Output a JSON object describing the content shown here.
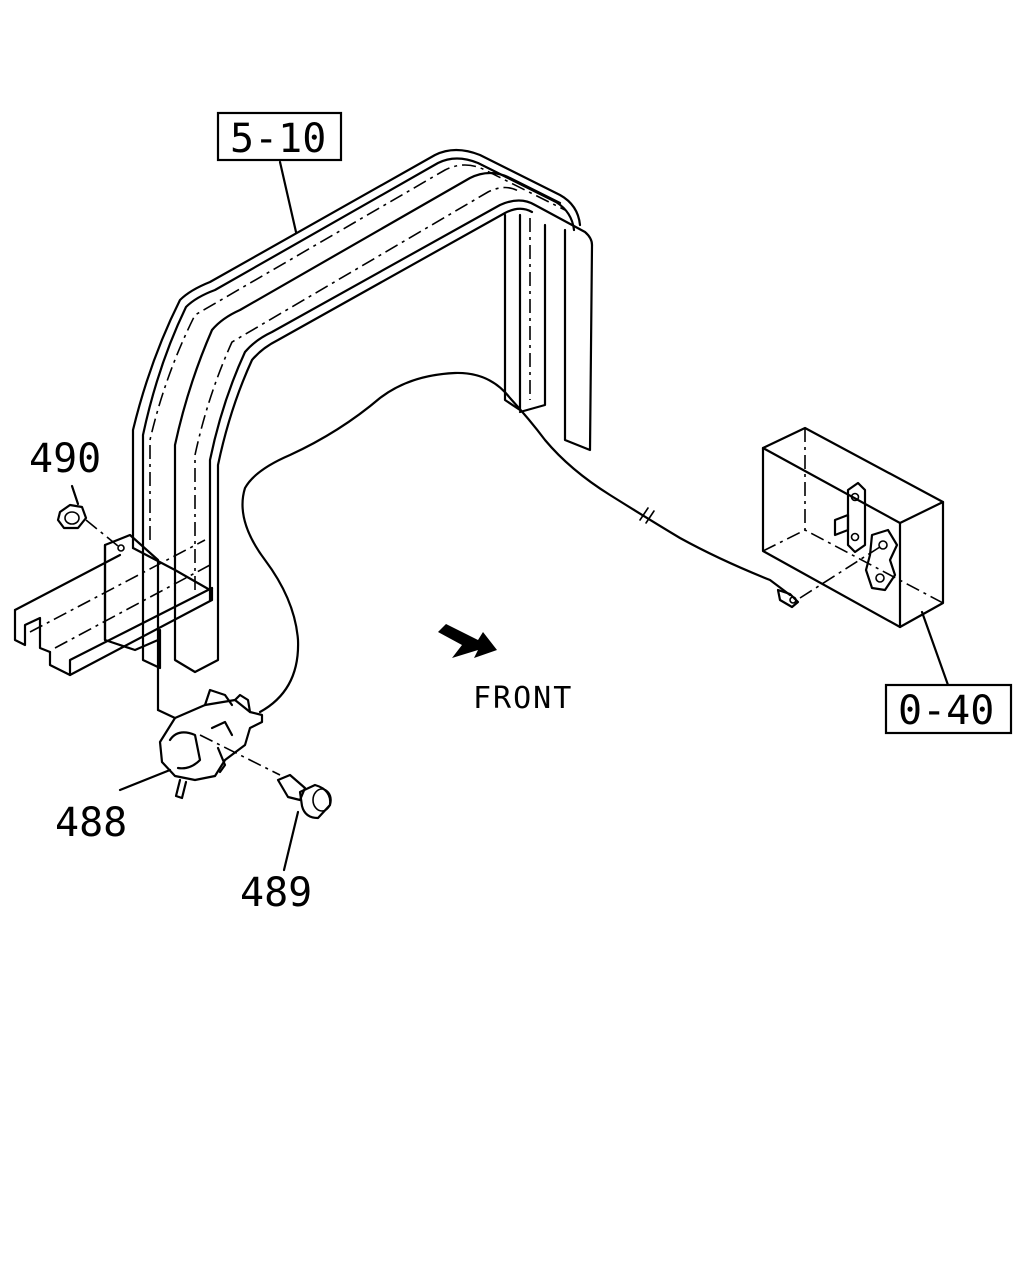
{
  "labels": {
    "ref_5_10": "5-10",
    "ref_0_40": "0-40",
    "part_490": "490",
    "part_488": "488",
    "part_489": "489",
    "front": "FRONT"
  }
}
